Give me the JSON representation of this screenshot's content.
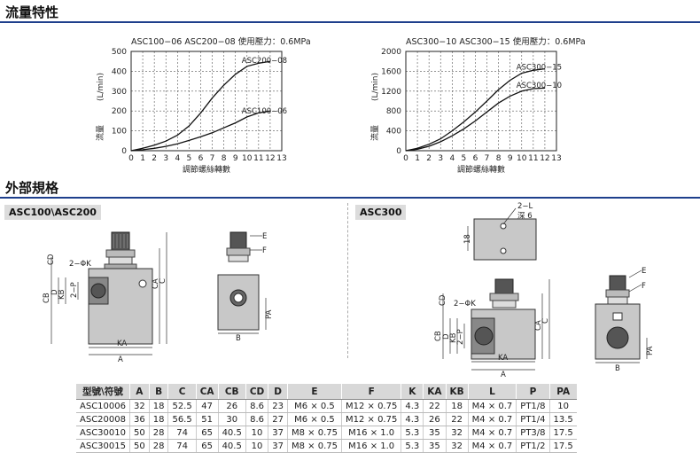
{
  "sections": {
    "flow": "流量特性",
    "dimensions": "外部規格"
  },
  "chart_data": [
    {
      "type": "line",
      "title": "ASC100−06  ASC200−08   使用壓力：0.6MPa",
      "xlabel": "調節螺絲轉數",
      "ylabel_unit": "(L/min)",
      "ylabel": "流量",
      "xlim": [
        0,
        13
      ],
      "ylim": [
        0,
        500
      ],
      "x_ticks": [
        0,
        1,
        2,
        3,
        4,
        5,
        6,
        7,
        8,
        9,
        10,
        11,
        12,
        13
      ],
      "y_ticks": [
        0,
        100,
        200,
        300,
        400,
        500
      ],
      "grid": true,
      "series": [
        {
          "name": "ASC200−08",
          "x": [
            0,
            1,
            2,
            3,
            4,
            5,
            6,
            7,
            8,
            9,
            10,
            11,
            12
          ],
          "values": [
            0,
            12,
            28,
            48,
            78,
            125,
            190,
            265,
            330,
            385,
            425,
            440,
            450
          ]
        },
        {
          "name": "ASC100−06",
          "x": [
            0,
            1,
            2,
            3,
            4,
            5,
            6,
            7,
            8,
            9,
            10,
            11,
            12
          ],
          "values": [
            0,
            5,
            12,
            22,
            35,
            52,
            70,
            90,
            115,
            140,
            170,
            190,
            200
          ]
        }
      ]
    },
    {
      "type": "line",
      "title": "ASC300−10  ASC300−15   使用壓力：0.6MPa",
      "xlabel": "調節螺絲轉數",
      "ylabel_unit": "(L/min)",
      "ylabel": "流量",
      "xlim": [
        0,
        13
      ],
      "ylim": [
        0,
        2000
      ],
      "x_ticks": [
        0,
        1,
        2,
        3,
        4,
        5,
        6,
        7,
        8,
        9,
        10,
        11,
        12,
        13
      ],
      "y_ticks": [
        0,
        400,
        800,
        1200,
        1600,
        2000
      ],
      "grid": true,
      "series": [
        {
          "name": "ASC300−15",
          "x": [
            0,
            1,
            2,
            3,
            4,
            5,
            6,
            7,
            8,
            9,
            10,
            11,
            12
          ],
          "values": [
            0,
            50,
            130,
            240,
            400,
            580,
            780,
            1000,
            1230,
            1420,
            1560,
            1620,
            1650
          ]
        },
        {
          "name": "ASC300−10",
          "x": [
            0,
            1,
            2,
            3,
            4,
            5,
            6,
            7,
            8,
            9,
            10,
            11,
            12
          ],
          "values": [
            0,
            30,
            90,
            180,
            300,
            440,
            600,
            780,
            960,
            1100,
            1200,
            1250,
            1260
          ]
        }
      ]
    }
  ],
  "drawings": {
    "left_label": "ASC100\\ASC200",
    "right_label": "ASC300",
    "dims": {
      "d2phik": "2−ΦK",
      "cd": "CD",
      "cb": "CB",
      "d": "D",
      "kb": "KB",
      "p2": "2−P",
      "ka": "KA",
      "a": "A",
      "ca": "CA",
      "c": "C",
      "e": "E",
      "f": "F",
      "pa": "PA",
      "b": "B",
      "d2l": "2−L",
      "deep6": "深 6",
      "n18": "18"
    }
  },
  "table": {
    "headers": [
      "型號\\符號",
      "A",
      "B",
      "C",
      "CA",
      "CB",
      "CD",
      "D",
      "E",
      "F",
      "K",
      "KA",
      "KB",
      "L",
      "P",
      "PA"
    ],
    "rows": [
      [
        "ASC10006",
        "32",
        "18",
        "52.5",
        "47",
        "26",
        "8.6",
        "23",
        "M6 × 0.5",
        "M12 × 0.75",
        "4.3",
        "22",
        "18",
        "M4 × 0.7",
        "PT1/8",
        "10"
      ],
      [
        "ASC20008",
        "36",
        "18",
        "56.5",
        "51",
        "30",
        "8.6",
        "27",
        "M6 × 0.5",
        "M12 × 0.75",
        "4.3",
        "26",
        "22",
        "M4 × 0.7",
        "PT1/4",
        "13.5"
      ],
      [
        "ASC30010",
        "50",
        "28",
        "74",
        "65",
        "40.5",
        "10",
        "37",
        "M8 × 0.75",
        "M16 × 1.0",
        "5.3",
        "35",
        "32",
        "M4 × 0.7",
        "PT3/8",
        "17.5"
      ],
      [
        "ASC30015",
        "50",
        "28",
        "74",
        "65",
        "40.5",
        "10",
        "37",
        "M8 × 0.75",
        "M16 × 1.0",
        "5.3",
        "35",
        "32",
        "M4 × 0.7",
        "PT1/2",
        "17.5"
      ]
    ]
  }
}
